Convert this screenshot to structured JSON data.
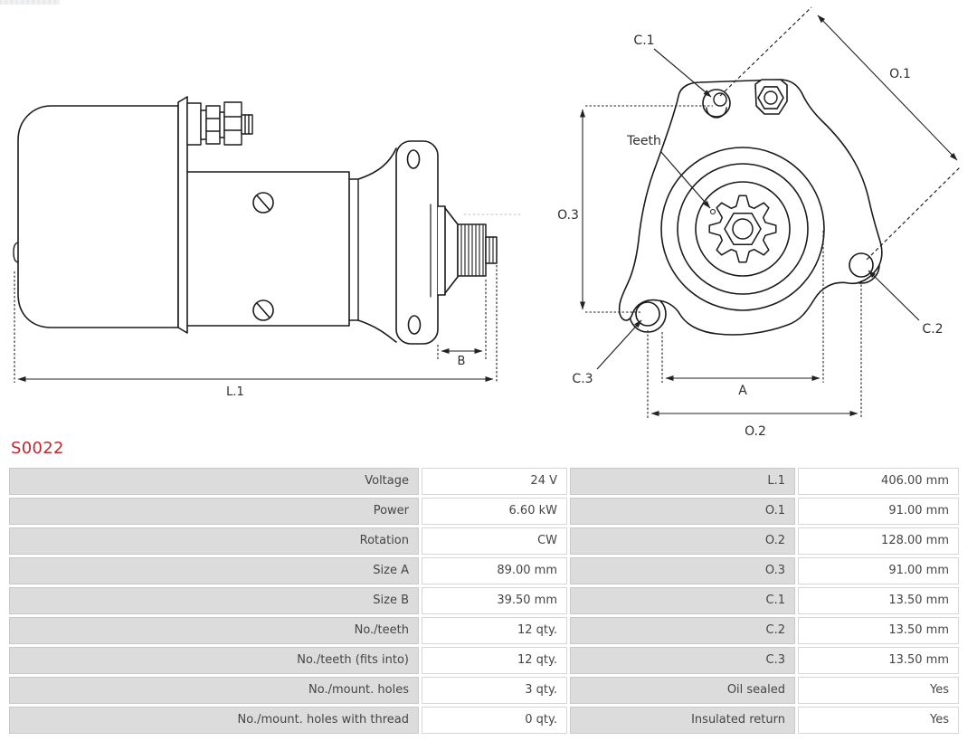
{
  "part_number": "S0022",
  "accent_color": "#c9252c",
  "drawings": {
    "side_view": {
      "labels": {
        "b": "B",
        "l1": "L.1"
      }
    },
    "front_view": {
      "labels": {
        "c1": "C.1",
        "o1": "O.1",
        "o3": "O.3",
        "teeth": "Teeth",
        "c3": "C.3",
        "c2": "C.2",
        "a": "A",
        "o2": "O.2"
      }
    }
  },
  "spec_table": {
    "left_rows": [
      {
        "label": "Voltage",
        "value": "24 V"
      },
      {
        "label": "Power",
        "value": "6.60 kW"
      },
      {
        "label": "Rotation",
        "value": "CW"
      },
      {
        "label": "Size A",
        "value": "89.00 mm"
      },
      {
        "label": "Size B",
        "value": "39.50 mm"
      },
      {
        "label": "No./teeth",
        "value": "12 qty."
      },
      {
        "label": "No./teeth (fits into)",
        "value": "12 qty."
      },
      {
        "label": "No./mount. holes",
        "value": "3 qty."
      },
      {
        "label": "No./mount. holes with thread",
        "value": "0 qty."
      }
    ],
    "right_rows": [
      {
        "label": "L.1",
        "value": "406.00 mm"
      },
      {
        "label": "O.1",
        "value": "91.00 mm"
      },
      {
        "label": "O.2",
        "value": "128.00 mm"
      },
      {
        "label": "O.3",
        "value": "91.00 mm"
      },
      {
        "label": "C.1",
        "value": "13.50 mm"
      },
      {
        "label": "C.2",
        "value": "13.50 mm"
      },
      {
        "label": "C.3",
        "value": "13.50 mm"
      },
      {
        "label": "Oil sealed",
        "value": "Yes"
      },
      {
        "label": "Insulated return",
        "value": "Yes"
      }
    ]
  }
}
